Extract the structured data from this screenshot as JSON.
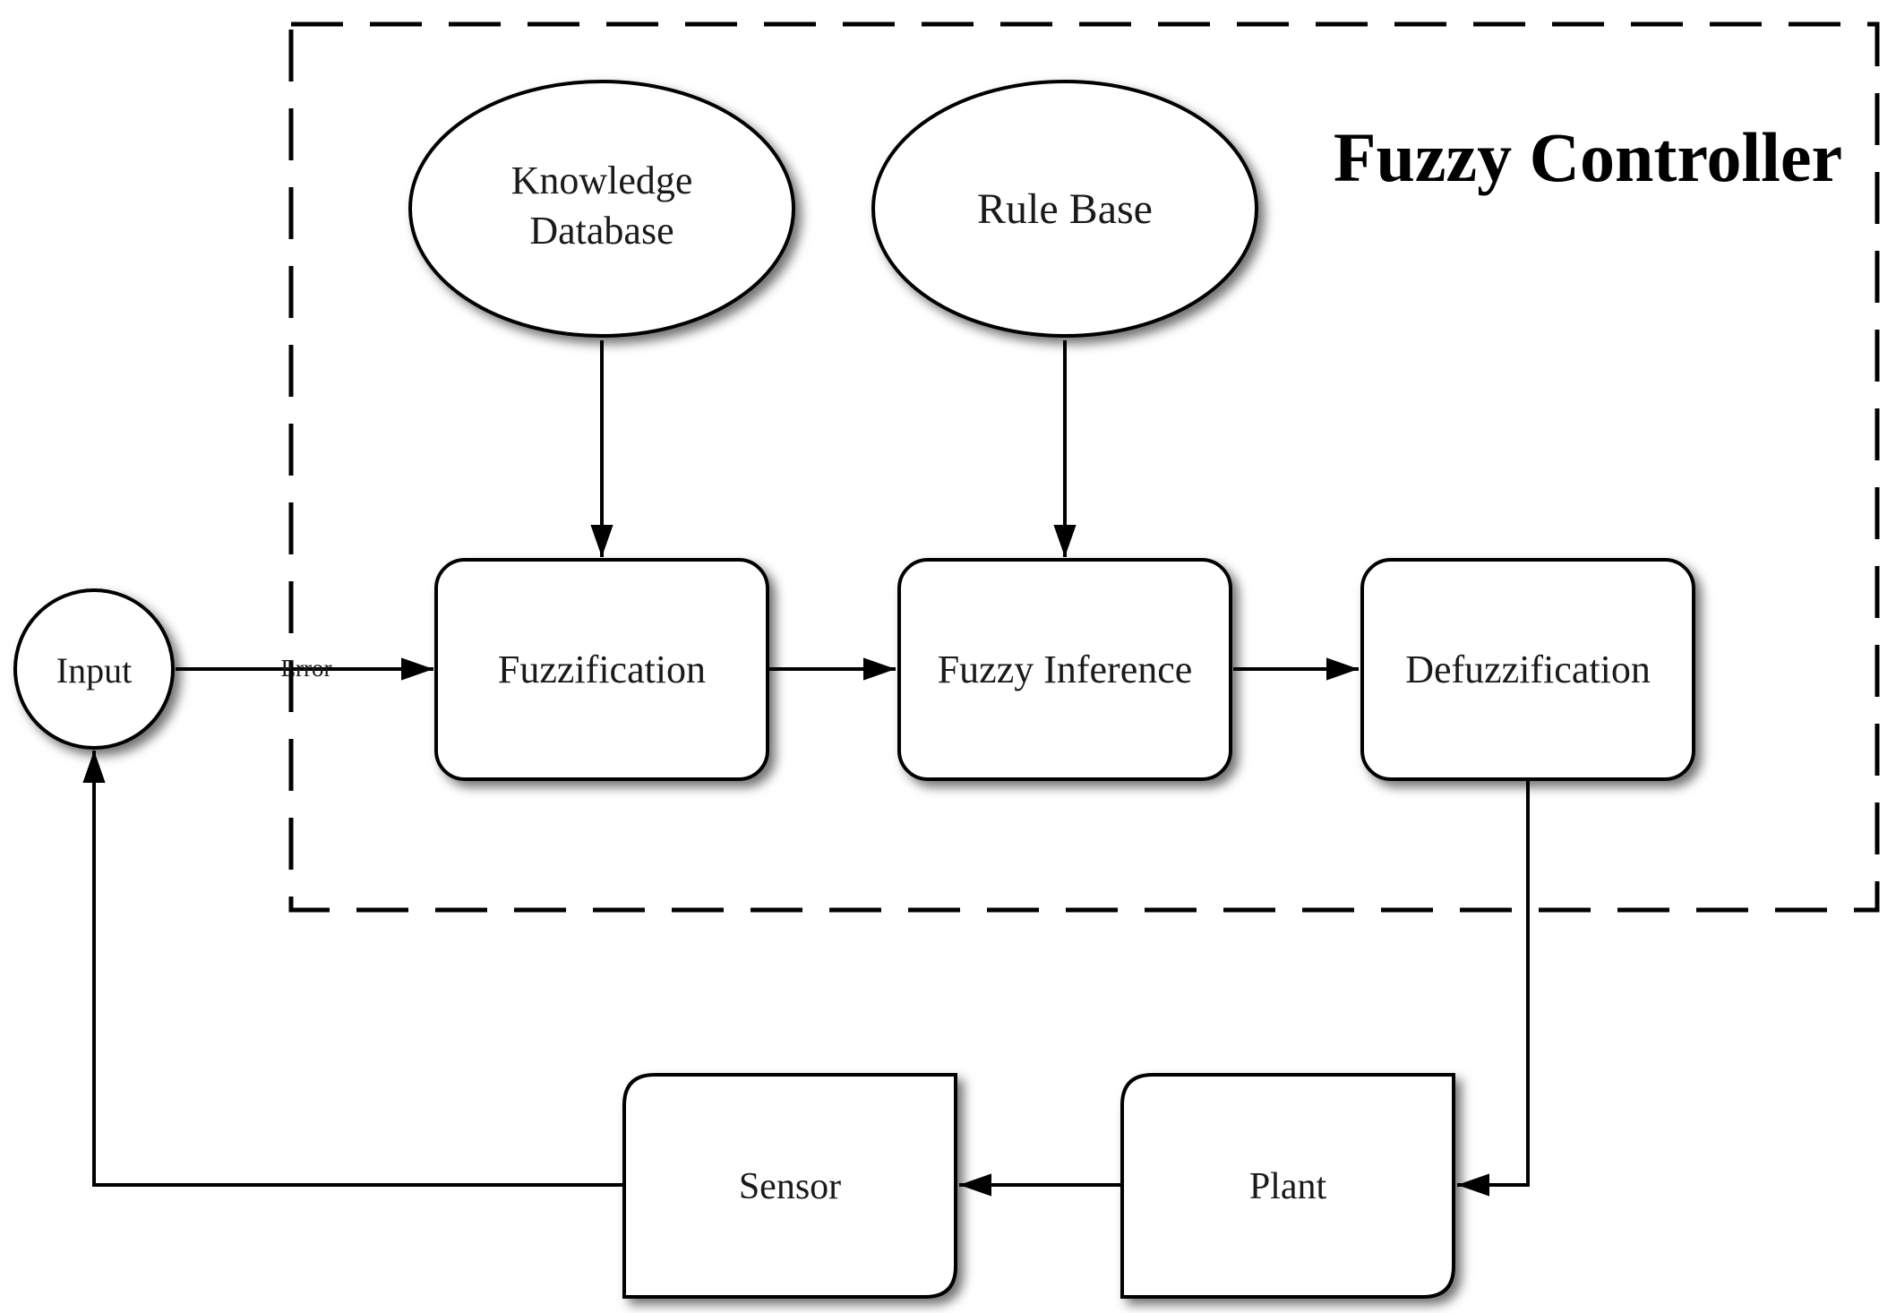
{
  "controller": {
    "title": "Fuzzy Controller"
  },
  "nodes": {
    "knowledge_line1": "Knowledge",
    "knowledge_line2": "Database",
    "rule_base": "Rule Base",
    "fuzzification": "Fuzzification",
    "fuzzy_inference": "Fuzzy Inference",
    "defuzzification": "Defuzzification",
    "input": "Input",
    "sensor": "Sensor",
    "plant": "Plant"
  },
  "edges": {
    "error_label": "Error"
  }
}
